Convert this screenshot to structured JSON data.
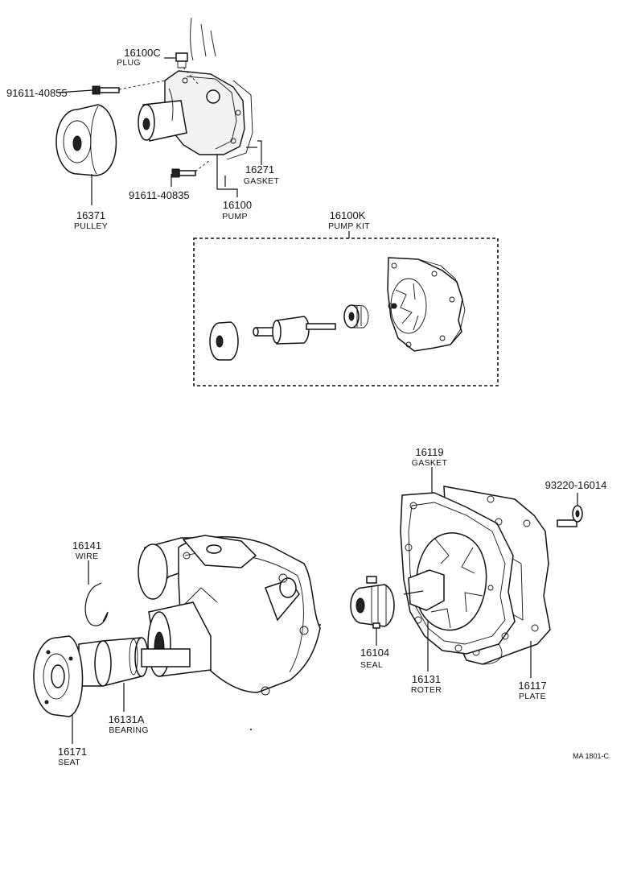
{
  "parts": {
    "plug": {
      "number": "16100C",
      "name": "PLUG"
    },
    "bolt_upper": {
      "number": "91611-40855"
    },
    "bolt_lower": {
      "number": "91611-40835"
    },
    "gasket_upper": {
      "number": "16271",
      "name": "GASKET"
    },
    "pump": {
      "number": "16100",
      "name": "PUMP"
    },
    "pulley": {
      "number": "16371",
      "name": "PULLEY"
    },
    "pump_kit": {
      "number": "16100K",
      "name": "PUMP KIT"
    },
    "gasket_lower": {
      "number": "16119",
      "name": "GASKET"
    },
    "screw": {
      "number": "93220-16014"
    },
    "wire": {
      "number": "16141",
      "name": "WIRE"
    },
    "seal": {
      "number": "16104",
      "name": "SEAL"
    },
    "roter": {
      "number": "16131",
      "name": "ROTER"
    },
    "plate": {
      "number": "16117",
      "name": "PLATE"
    },
    "bearing": {
      "number": "16131A",
      "name": "BEARING"
    },
    "seat": {
      "number": "16171",
      "name": "SEAT"
    }
  },
  "figure_code": "MA 1801-C"
}
